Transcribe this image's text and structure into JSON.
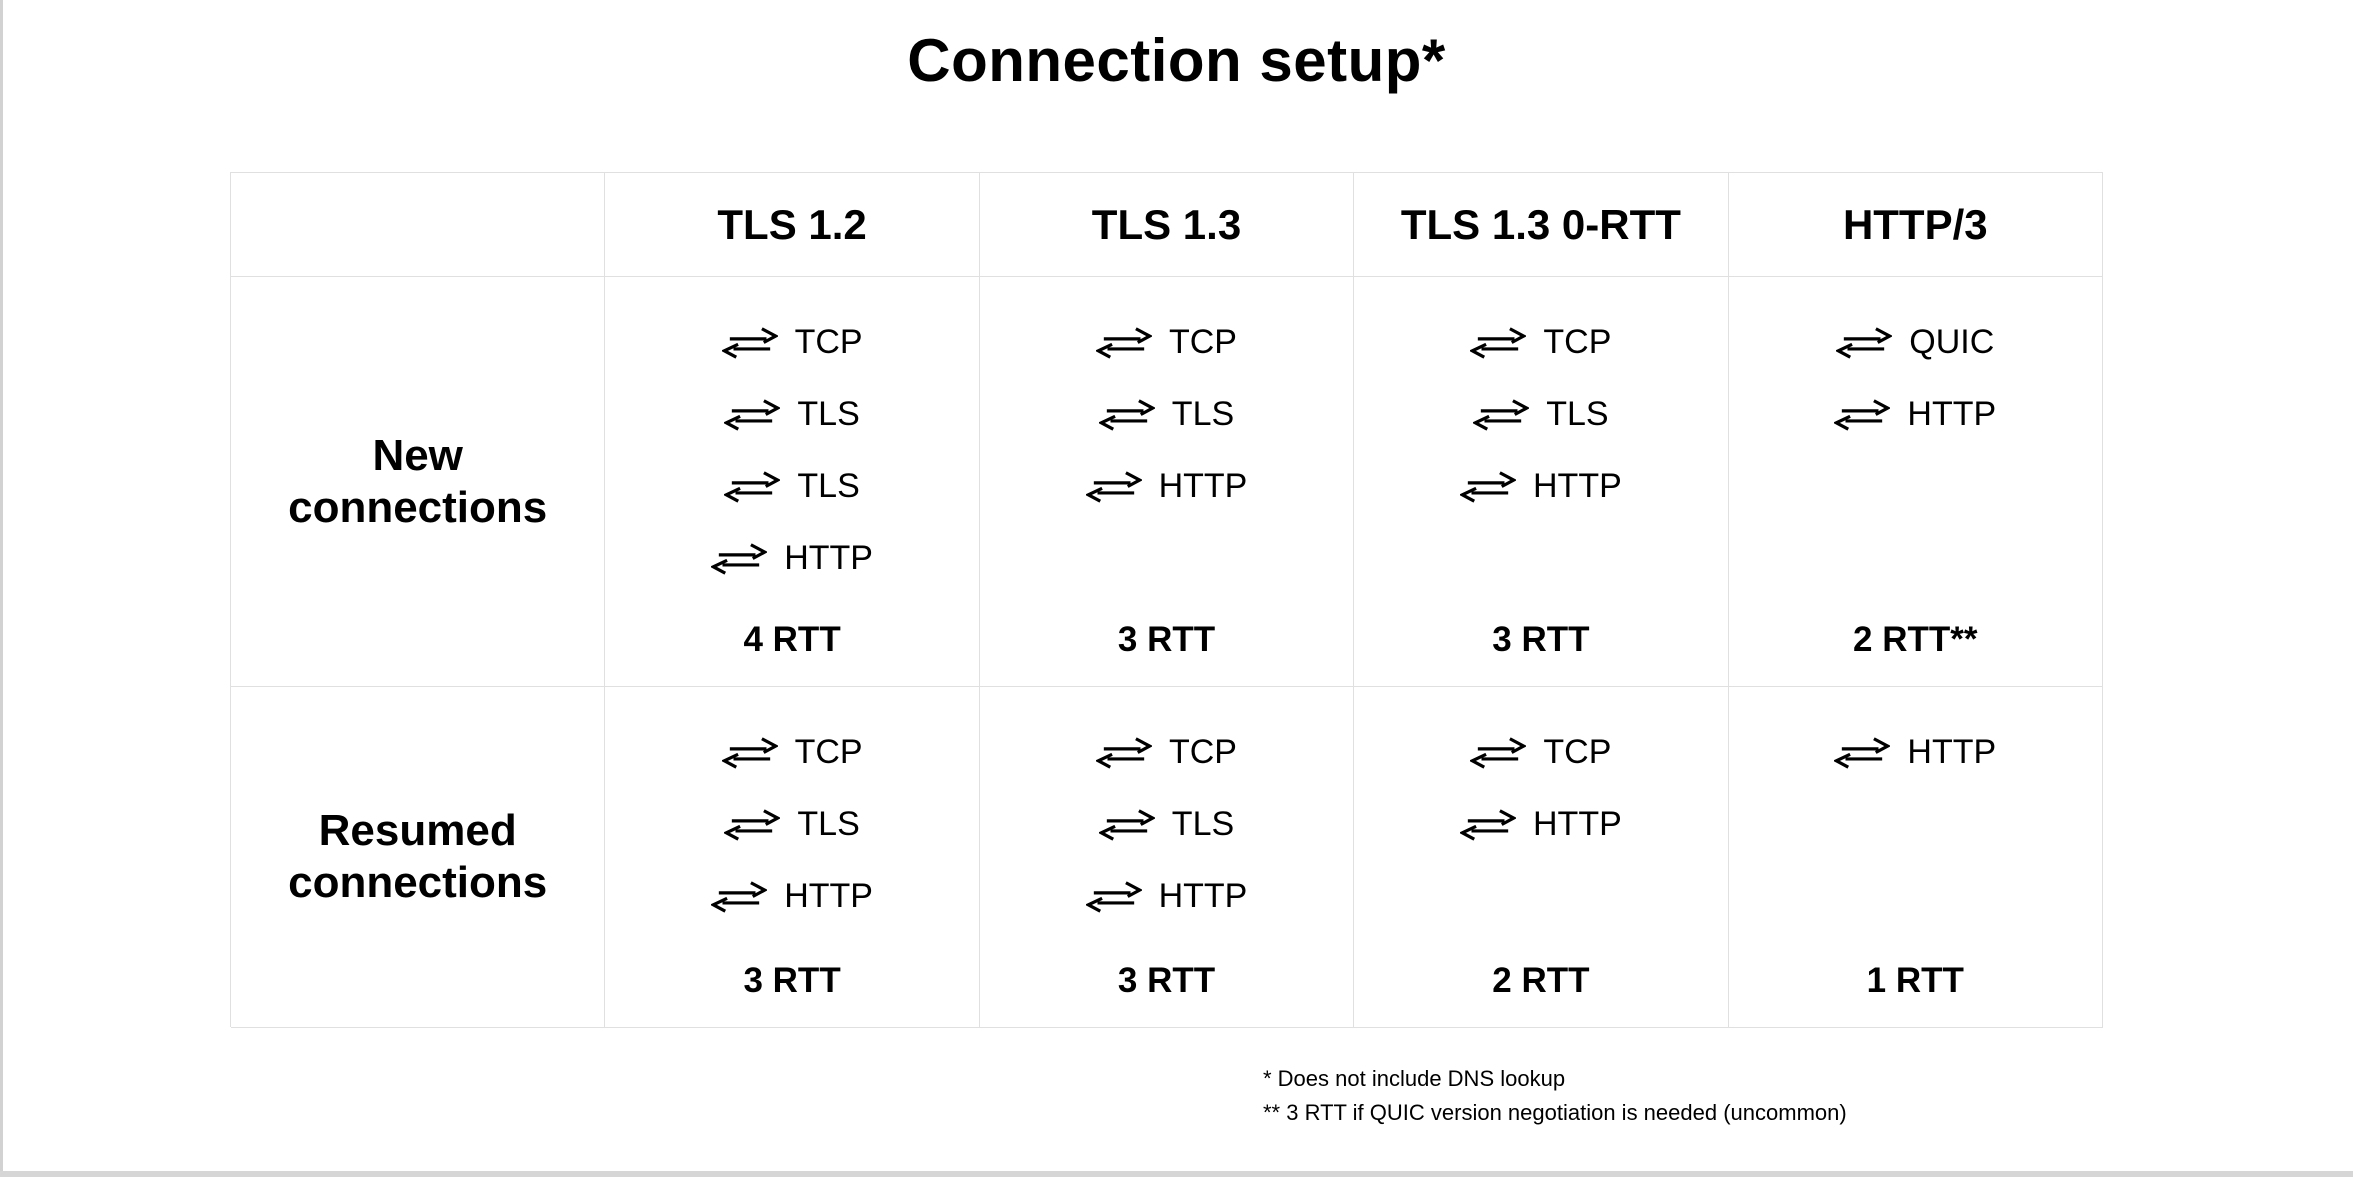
{
  "title": "Connection setup*",
  "table": {
    "columns": [
      "TLS 1.2",
      "TLS 1.3",
      "TLS 1.3 0-RTT",
      "HTTP/3"
    ],
    "rows": [
      {
        "label": "New\nconnections",
        "cells": [
          {
            "steps": [
              "TCP",
              "TLS",
              "TLS",
              "HTTP"
            ],
            "rtt": "4 RTT"
          },
          {
            "steps": [
              "TCP",
              "TLS",
              "HTTP"
            ],
            "rtt": "3 RTT"
          },
          {
            "steps": [
              "TCP",
              "TLS",
              "HTTP"
            ],
            "rtt": "3 RTT"
          },
          {
            "steps": [
              "QUIC",
              "HTTP"
            ],
            "rtt": "2 RTT**"
          }
        ]
      },
      {
        "label": "Resumed\nconnections",
        "cells": [
          {
            "steps": [
              "TCP",
              "TLS",
              "HTTP"
            ],
            "rtt": "3 RTT"
          },
          {
            "steps": [
              "TCP",
              "TLS",
              "HTTP"
            ],
            "rtt": "3 RTT"
          },
          {
            "steps": [
              "TCP",
              "HTTP"
            ],
            "rtt": "2 RTT"
          },
          {
            "steps": [
              "HTTP"
            ],
            "rtt": "1 RTT"
          }
        ]
      }
    ]
  },
  "footnotes": [
    "* Does not include DNS lookup",
    "** 3 RTT if QUIC version negotiation is needed (uncommon)"
  ],
  "icon": {
    "name": "round-trip-arrows-icon",
    "glyph": "⇄"
  },
  "colors": {
    "text": "#000000",
    "grid_line": "#e0e0e0",
    "page_edge": "#d4d4d4",
    "background": "#ffffff"
  }
}
